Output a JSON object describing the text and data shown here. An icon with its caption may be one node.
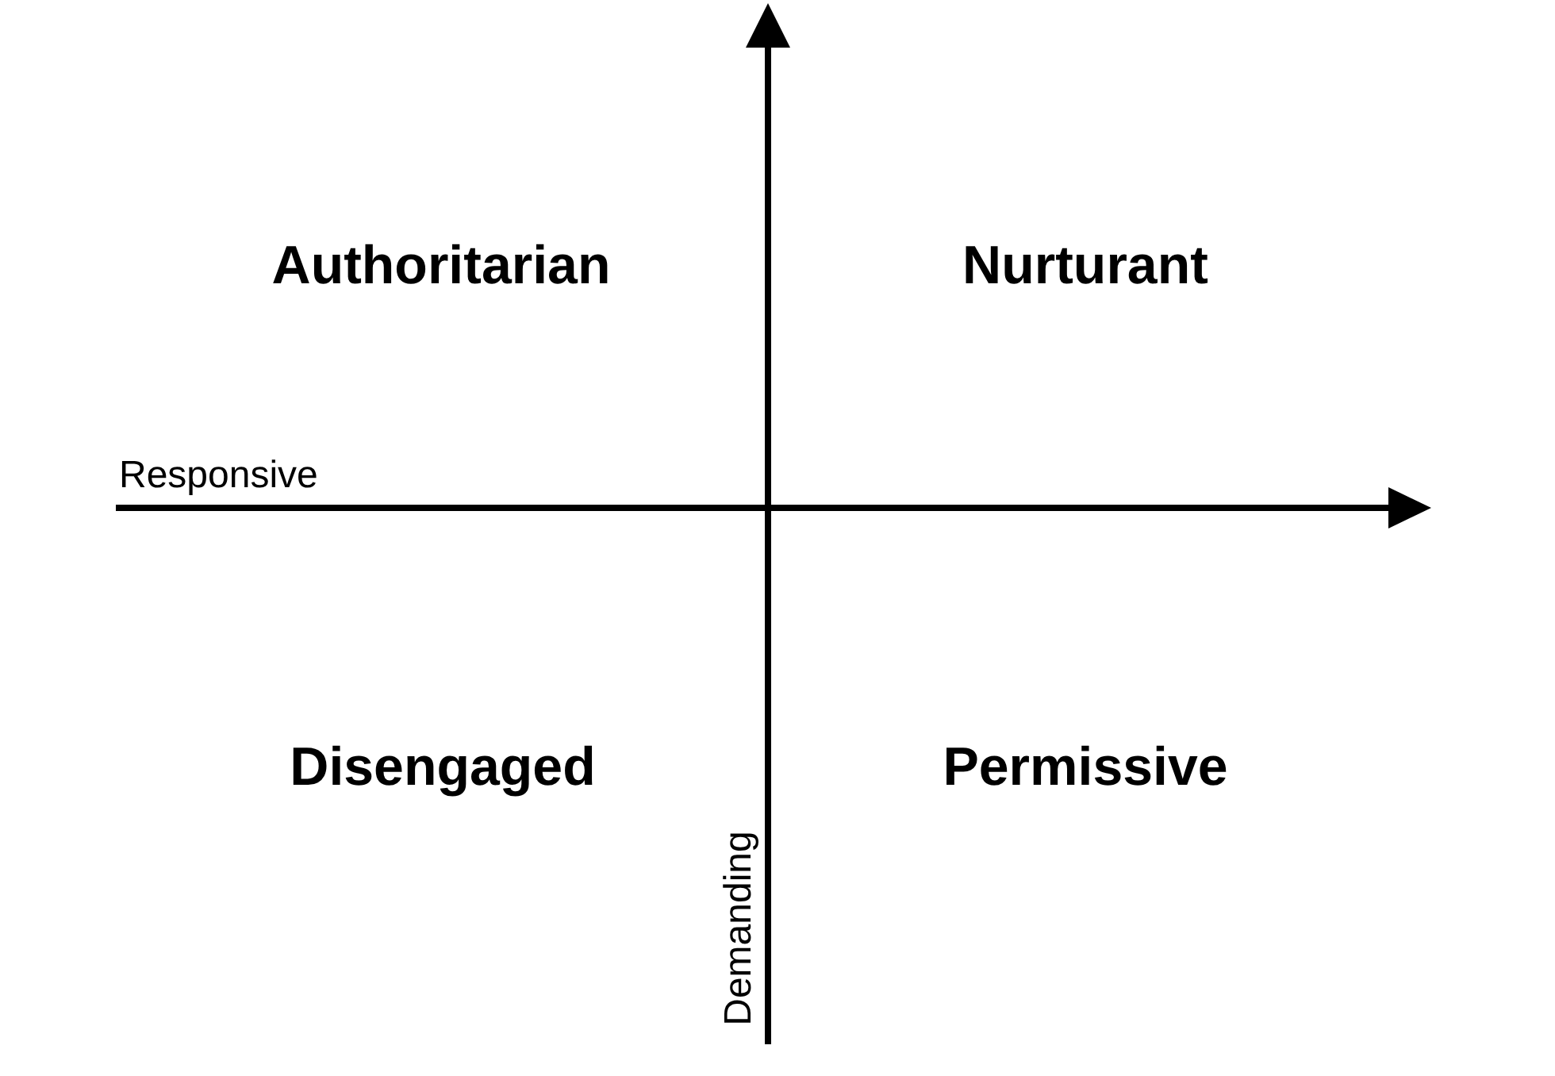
{
  "diagram": {
    "labels": [
      "Authoritarian",
      "Nurturant",
      "Responsive",
      "Disengaged",
      "Permissive",
      "Demanding"
    ]
  }
}
